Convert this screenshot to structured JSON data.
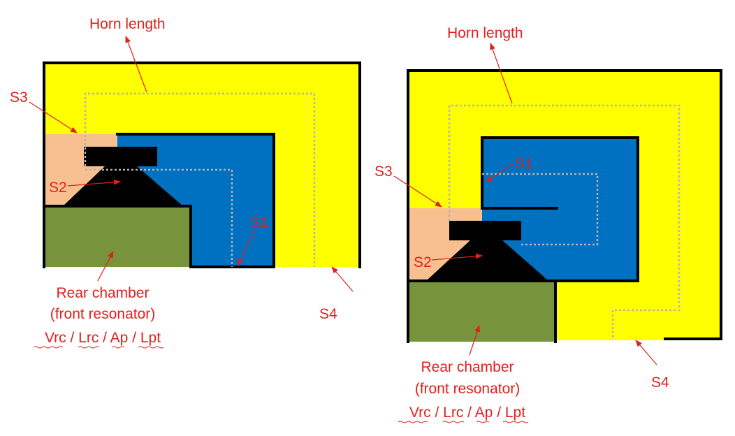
{
  "colors": {
    "horn_fill": "#ffff00",
    "driver_chamber": "#0070c0",
    "throat_chamber": "#f8c090",
    "rear_chamber": "#77933c",
    "driver": "#000000",
    "label": "#e0201c",
    "path_line": "#b4b4b4"
  },
  "left": {
    "horn_length": "Horn length",
    "s1": "S1",
    "s2": "S2",
    "s3": "S3",
    "s4": "S4",
    "rear_line1": "Rear chamber",
    "rear_line2": "(front resonator)",
    "params": "Vrc / Lrc / Ap / Lpt"
  },
  "right": {
    "horn_length": "Horn length",
    "s1": "S1",
    "s2": "S2",
    "s3": "S3",
    "s4": "S4",
    "rear_line1": "Rear chamber",
    "rear_line2": "(front resonator)",
    "params": "Vrc / Lrc / Ap / Lpt"
  }
}
